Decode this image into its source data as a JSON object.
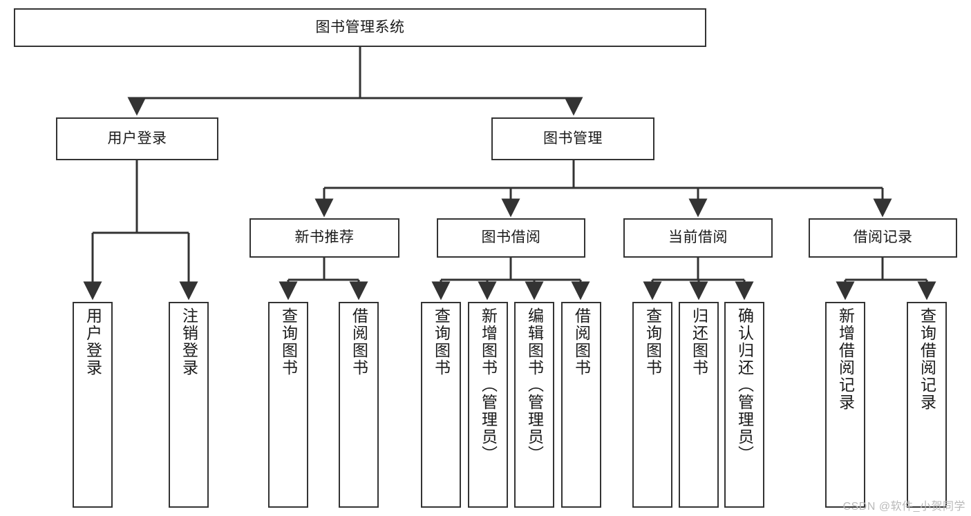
{
  "diagram": {
    "type": "tree-hierarchy",
    "title": "图书管理系统",
    "watermark": "CSDN @软件_小贺同学",
    "colors": {
      "stroke": "#333333",
      "fill": "#ffffff",
      "text": "#1a1a1a",
      "watermark": "#b9b9b9"
    },
    "nodes": {
      "root": {
        "label": "图书管理系统",
        "level": 0
      },
      "user_login": {
        "label": "用户登录",
        "level": 1
      },
      "book_manage": {
        "label": "图书管理",
        "level": 1
      },
      "new_book_rec": {
        "label": "新书推荐",
        "level": 2
      },
      "book_borrow": {
        "label": "图书借阅",
        "level": 2
      },
      "current_borrow": {
        "label": "当前借阅",
        "level": 2
      },
      "borrow_record": {
        "label": "借阅记录",
        "level": 2
      },
      "leaf_user_login": {
        "label": "用户登录",
        "level": 2
      },
      "leaf_logout": {
        "label": "注销登录",
        "level": 2
      },
      "leaf_query_book_1": {
        "label": "查询图书",
        "level": 3
      },
      "leaf_borrow_book_1": {
        "label": "借阅图书",
        "level": 3
      },
      "leaf_query_book_2": {
        "label": "查询图书",
        "level": 3
      },
      "leaf_add_book": {
        "label": "新增图书（管理员）",
        "level": 3
      },
      "leaf_edit_book": {
        "label": "编辑图书（管理员）",
        "level": 3
      },
      "leaf_borrow_book_2": {
        "label": "借阅图书",
        "level": 3
      },
      "leaf_query_book_3": {
        "label": "查询图书",
        "level": 3
      },
      "leaf_return_book": {
        "label": "归还图书",
        "level": 3
      },
      "leaf_confirm_return": {
        "label": "确认归还（管理员）",
        "level": 3
      },
      "leaf_add_record": {
        "label": "新增借阅记录",
        "level": 3
      },
      "leaf_query_record": {
        "label": "查询借阅记录",
        "level": 3
      }
    },
    "edges": [
      {
        "from": "root",
        "to": "user_login"
      },
      {
        "from": "root",
        "to": "book_manage"
      },
      {
        "from": "user_login",
        "to": "leaf_user_login"
      },
      {
        "from": "user_login",
        "to": "leaf_logout"
      },
      {
        "from": "book_manage",
        "to": "new_book_rec"
      },
      {
        "from": "book_manage",
        "to": "book_borrow"
      },
      {
        "from": "book_manage",
        "to": "current_borrow"
      },
      {
        "from": "book_manage",
        "to": "borrow_record"
      },
      {
        "from": "new_book_rec",
        "to": "leaf_query_book_1"
      },
      {
        "from": "new_book_rec",
        "to": "leaf_borrow_book_1"
      },
      {
        "from": "book_borrow",
        "to": "leaf_query_book_2"
      },
      {
        "from": "book_borrow",
        "to": "leaf_add_book"
      },
      {
        "from": "book_borrow",
        "to": "leaf_edit_book"
      },
      {
        "from": "book_borrow",
        "to": "leaf_borrow_book_2"
      },
      {
        "from": "current_borrow",
        "to": "leaf_query_book_3"
      },
      {
        "from": "current_borrow",
        "to": "leaf_return_book"
      },
      {
        "from": "current_borrow",
        "to": "leaf_confirm_return"
      },
      {
        "from": "borrow_record",
        "to": "leaf_add_record"
      },
      {
        "from": "borrow_record",
        "to": "leaf_query_record"
      }
    ]
  }
}
